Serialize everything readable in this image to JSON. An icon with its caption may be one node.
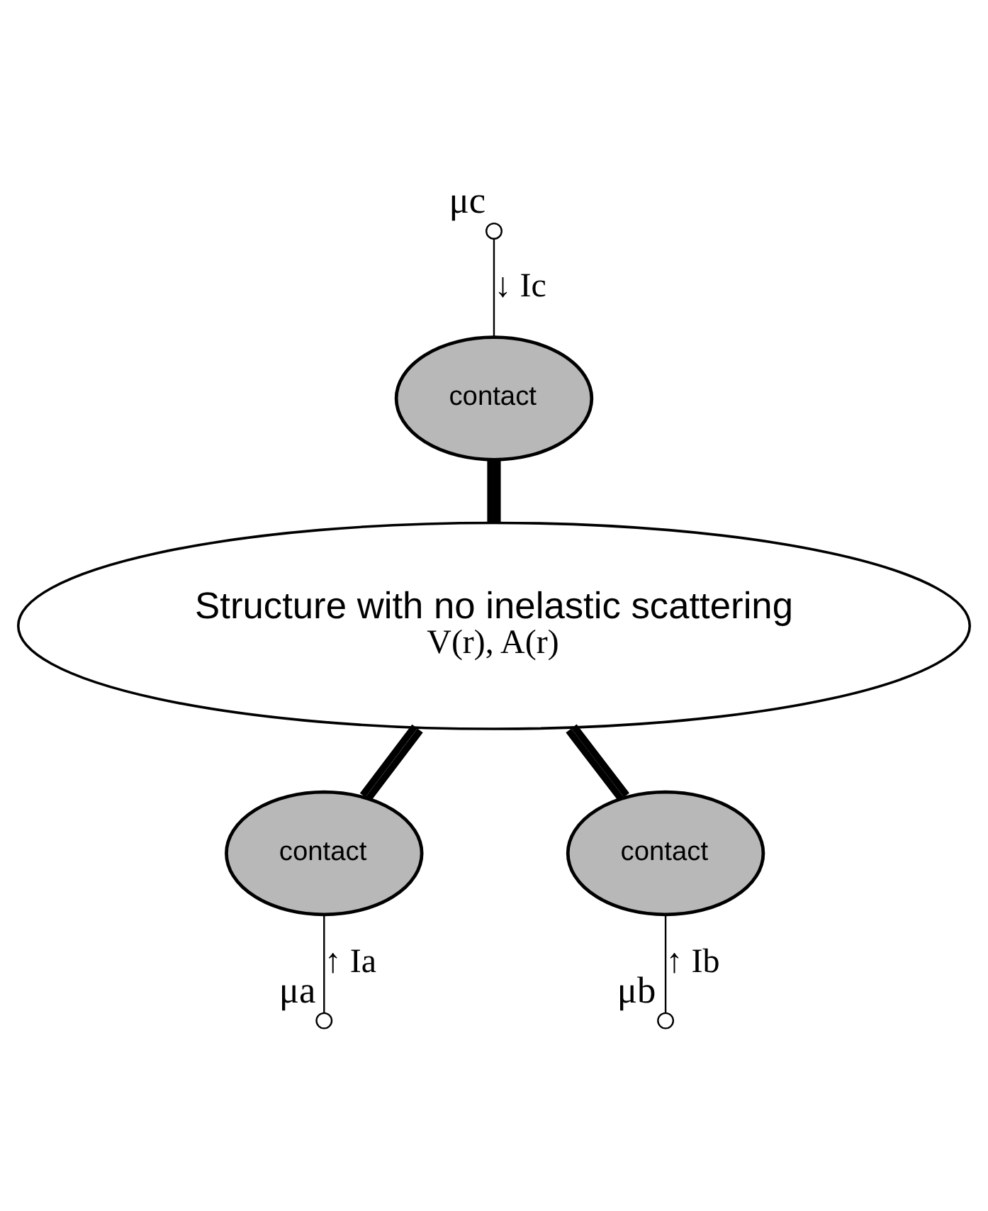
{
  "diagram": {
    "nodes": [
      {
        "text": [
          "μc"
        ]
      },
      {
        "text": [
          "contact"
        ]
      },
      {
        "text": [
          "Structure with no inelastic scattering",
          "V(r), A(r)"
        ]
      },
      {
        "text": [
          "contact"
        ]
      },
      {
        "text": [
          "contact"
        ]
      },
      {
        "text": [
          "μa"
        ]
      },
      {
        "text": [
          "μb"
        ]
      }
    ],
    "edges": [
      {
        "from": 0,
        "to": 1,
        "arrow": "none",
        "label": "↓ Ic"
      },
      {
        "from": 1,
        "to": 2,
        "arrow": "none",
        "style": "thick"
      },
      {
        "from": 2,
        "to": 3,
        "arrow": "none",
        "style": "thick"
      },
      {
        "from": 2,
        "to": 4,
        "arrow": "none",
        "style": "thick"
      },
      {
        "from": 3,
        "to": 5,
        "arrow": "none",
        "label": "↑ Ia"
      },
      {
        "from": 4,
        "to": 6,
        "arrow": "none",
        "label": "↑ Ib"
      }
    ]
  }
}
